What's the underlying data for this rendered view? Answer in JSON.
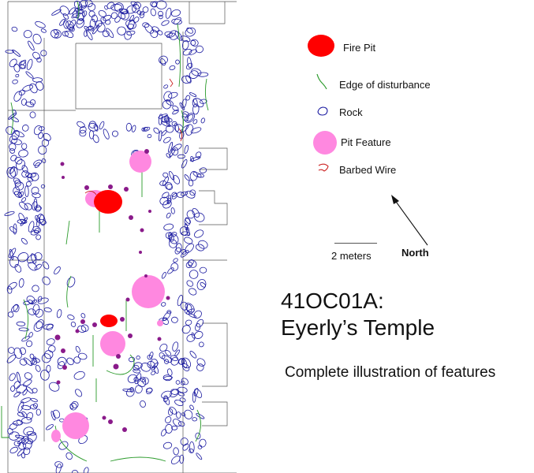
{
  "legend": {
    "fire_pit": "Fire Pit",
    "disturbance": "Edge of disturbance",
    "rock": "Rock",
    "pit_feature": "Pit Feature",
    "barbed_wire": "Barbed Wire"
  },
  "scale": {
    "label": "2 meters"
  },
  "north": {
    "label": "North"
  },
  "title": {
    "site_id": "41OC01A:",
    "site_name": "Eyerly’s Temple",
    "subtitle": "Complete illustration of features"
  },
  "colors": {
    "fire_pit": "#ff0000",
    "pit_feature": "#ff88e0",
    "rock_outline": "#1a1aa0",
    "disturbance": "#2a9a2a",
    "barbed_wire": "#cc2222",
    "post_hole": "#8a1a8a",
    "excavation_line": "#555555"
  }
}
